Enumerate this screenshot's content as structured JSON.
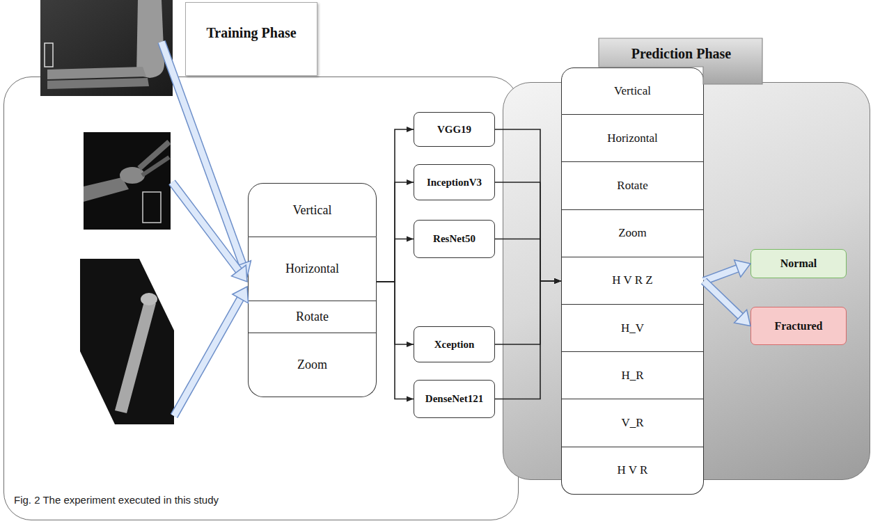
{
  "diagram": {
    "caption": "Fig. 2 The experiment executed in this study",
    "nodes": [
      {
        "text": [
          "Training Phase"
        ]
      },
      {
        "text": [
          "Vertical"
        ],
        "in": 0
      },
      {
        "text": [
          "Horizontal"
        ],
        "in": 0
      },
      {
        "text": [
          "Rotate"
        ],
        "in": 0
      },
      {
        "text": [
          "Zoom"
        ],
        "in": 0
      },
      {
        "text": [
          "VGG19"
        ],
        "in": 0
      },
      {
        "text": [
          "InceptionV3"
        ],
        "in": 0
      },
      {
        "text": [
          "ResNet50"
        ],
        "in": 0
      },
      {
        "text": [
          "Xception"
        ],
        "in": 0
      },
      {
        "text": [
          "DenseNet121"
        ],
        "in": 0
      },
      {
        "text": [
          "Prediction Phase"
        ]
      },
      {
        "text": [
          "Vertical"
        ],
        "in": 10
      },
      {
        "text": [
          "Horizontal"
        ],
        "in": 10
      },
      {
        "text": [
          "Rotate"
        ],
        "in": 10
      },
      {
        "text": [
          "Zoom"
        ],
        "in": 10
      },
      {
        "text": [
          "H V R Z"
        ],
        "in": 10
      },
      {
        "text": [
          "H_V"
        ],
        "in": 10
      },
      {
        "text": [
          "H_R"
        ],
        "in": 10
      },
      {
        "text": [
          "V_R"
        ],
        "in": 10
      },
      {
        "text": [
          "H V R"
        ],
        "in": 10
      },
      {
        "text": [
          "Normal"
        ],
        "in": 10
      },
      {
        "text": [
          "Fractured"
        ],
        "in": 10
      }
    ],
    "edges": [
      {
        "from": 2,
        "to": 5,
        "arrow": "to"
      },
      {
        "from": 2,
        "to": 6,
        "arrow": "to"
      },
      {
        "from": 2,
        "to": 7,
        "arrow": "to"
      },
      {
        "from": 2,
        "to": 8,
        "arrow": "to"
      },
      {
        "from": 2,
        "to": 9,
        "arrow": "to"
      },
      {
        "from": 5,
        "to": 15,
        "arrow": "to"
      },
      {
        "from": 6,
        "to": 15,
        "arrow": "to"
      },
      {
        "from": 7,
        "to": 15,
        "arrow": "to"
      },
      {
        "from": 8,
        "to": 15,
        "arrow": "to"
      },
      {
        "from": 9,
        "to": 15,
        "arrow": "to"
      },
      {
        "from": 15,
        "to": 20,
        "arrow": "to"
      },
      {
        "from": 15,
        "to": 21,
        "arrow": "to"
      }
    ]
  }
}
